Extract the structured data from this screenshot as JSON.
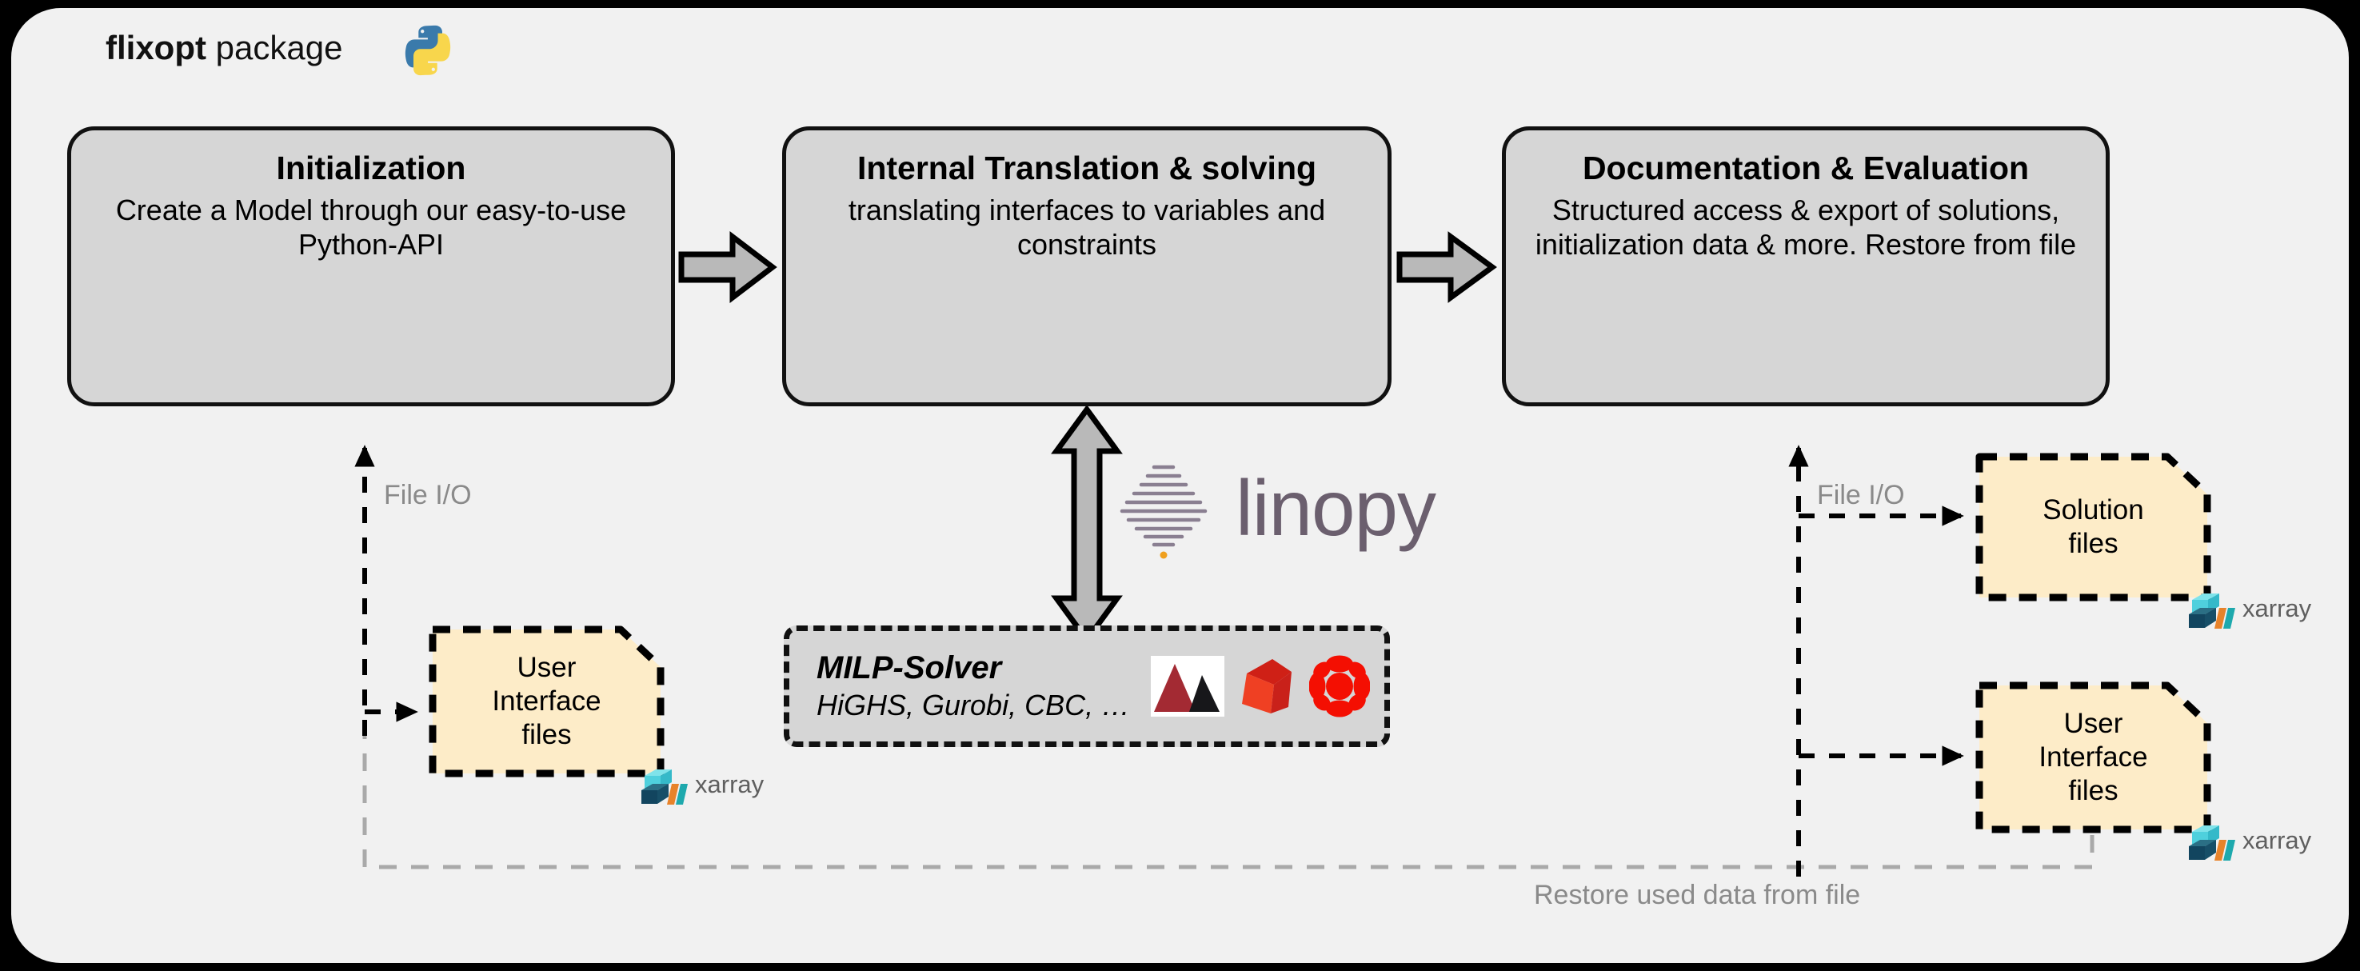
{
  "page": {
    "title_bold": "flixopt",
    "title_rest": " package",
    "python_logo": "python-logo"
  },
  "colors": {
    "canvas": "#f1f1f1",
    "outer": "#000000",
    "stage_fill": "#d6d6d6",
    "stage_stroke": "#111111",
    "file_fill": "#fdecc8",
    "file_stroke": "#000000",
    "arrow_fill": "#b9b9b9",
    "edge_gray": "#8a8a8a",
    "linopy": "#6b5f6e",
    "xarray_text": "#5f5f5f",
    "xarray_cube_top": "#5bd7e0",
    "xarray_cube_bottom": "#12455f",
    "xarray_bar_orange": "#e8832a",
    "xarray_bar_teal": "#1ea9ad",
    "highs_red": "#a32a33",
    "gurobi_red": "#e8402a",
    "cbc_red": "#f40f02"
  },
  "stages": [
    {
      "id": "initialization",
      "heading": "Initialization",
      "description": "Create a Model through our easy-to-use Python-API"
    },
    {
      "id": "translation",
      "heading": "Internal Translation & solving",
      "description": "translating interfaces to variables and constraints"
    },
    {
      "id": "documentation",
      "heading": "Documentation & Evaluation",
      "description": "Structured access & export of solutions, initialization data & more. Restore from file"
    }
  ],
  "solver": {
    "heading": "MILP-Solver",
    "subtitle": "HiGHS, Gurobi, CBC, …",
    "logos": [
      "highs-logo",
      "gurobi-logo",
      "cbc-logo"
    ]
  },
  "linopy": {
    "wordmark": "linopy",
    "icon": "linopy-logo"
  },
  "files": [
    {
      "id": "user-interface-files-left",
      "label": "User\nInterface\nfiles",
      "badge": "xarray"
    },
    {
      "id": "solution-files",
      "label": "Solution\nfiles",
      "badge": "xarray"
    },
    {
      "id": "user-interface-files-right",
      "label": "User\nInterface\nfiles",
      "badge": "xarray"
    }
  ],
  "edges": {
    "file_io_left": "File I/O",
    "file_io_right": "File I/O",
    "restore": "Restore used data from file"
  },
  "badges": {
    "xarray": "xarray"
  }
}
